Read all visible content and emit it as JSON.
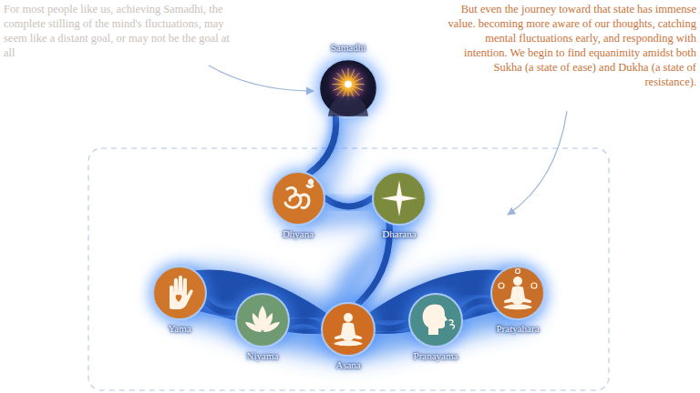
{
  "diagram": {
    "nodes": [
      {
        "text": [
          "Samadhi"
        ]
      },
      {
        "text": [
          "Dhyana"
        ]
      },
      {
        "text": [
          "Dharana"
        ]
      },
      {
        "text": [
          "Yama"
        ]
      },
      {
        "text": [
          "Niyama"
        ]
      },
      {
        "text": [
          "Asana"
        ]
      },
      {
        "text": [
          "Pranayama"
        ]
      },
      {
        "text": [
          "Pratyahara"
        ]
      }
    ],
    "edges": [
      {
        "from": 0,
        "to": 1,
        "arrow": "none"
      },
      {
        "from": 1,
        "to": 2,
        "arrow": "none"
      },
      {
        "from": 2,
        "to": 5,
        "arrow": "none"
      },
      {
        "from": 3,
        "to": 4,
        "arrow": "none"
      },
      {
        "from": 4,
        "to": 5,
        "arrow": "none"
      },
      {
        "from": 5,
        "to": 6,
        "arrow": "none"
      },
      {
        "from": 6,
        "to": 7,
        "arrow": "none"
      }
    ],
    "labels": [
      "For most people like us, achieving Samadhi, the complete stilling of the mind's fluctuations, may seem like a distant goal, or may not be the goal at all",
      "But even the journey toward that state has immense value. becoming more aware of our thoughts, catching mental fluctuations early, and responding with intention. We begin to find equanimity amidst both Sukha (a state of ease) and Dukha (a state of resistance)."
    ]
  }
}
